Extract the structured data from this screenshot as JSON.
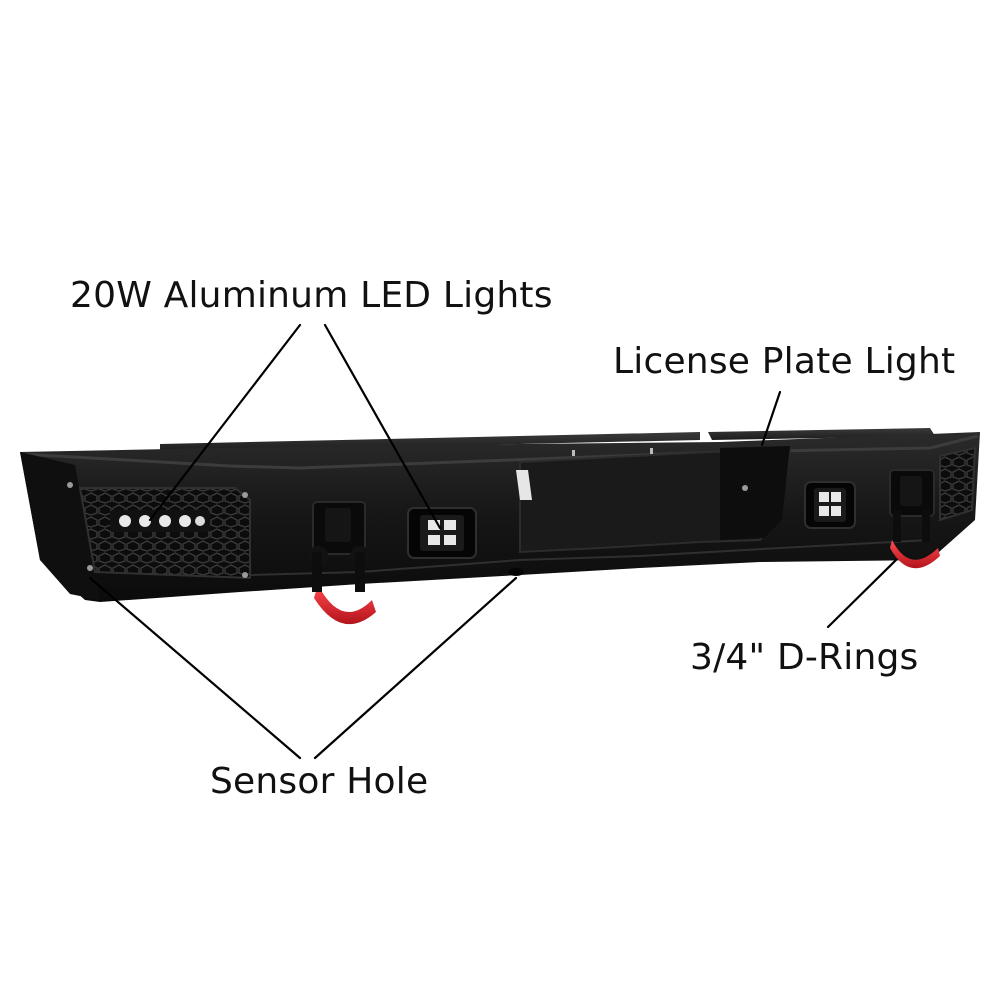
{
  "callouts": {
    "led_lights": "20W Aluminum LED Lights",
    "license_plate_light": "License Plate Light",
    "d_rings": "3/4\" D-Rings",
    "sensor_hole": "Sensor Hole"
  },
  "colors": {
    "bumper": "#141414",
    "bumper_highlight": "#2e2e2e",
    "shackle": "#d61f26",
    "leader_line": "#000000",
    "label_text": "#111111",
    "background": "#ffffff"
  }
}
